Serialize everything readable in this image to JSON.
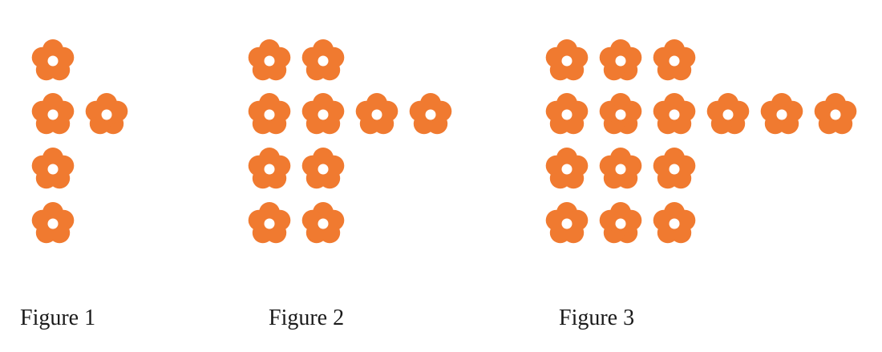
{
  "flower_color": "#F07A30",
  "center_color": "#ffffff",
  "icon": "flower-icon",
  "figures": [
    {
      "label": "Figure 1",
      "columns": [
        4,
        1
      ]
    },
    {
      "label": "Figure 2",
      "columns": [
        4,
        4,
        1,
        1
      ]
    },
    {
      "label": "Figure 3",
      "columns": [
        4,
        4,
        4,
        1,
        1,
        1
      ]
    }
  ]
}
